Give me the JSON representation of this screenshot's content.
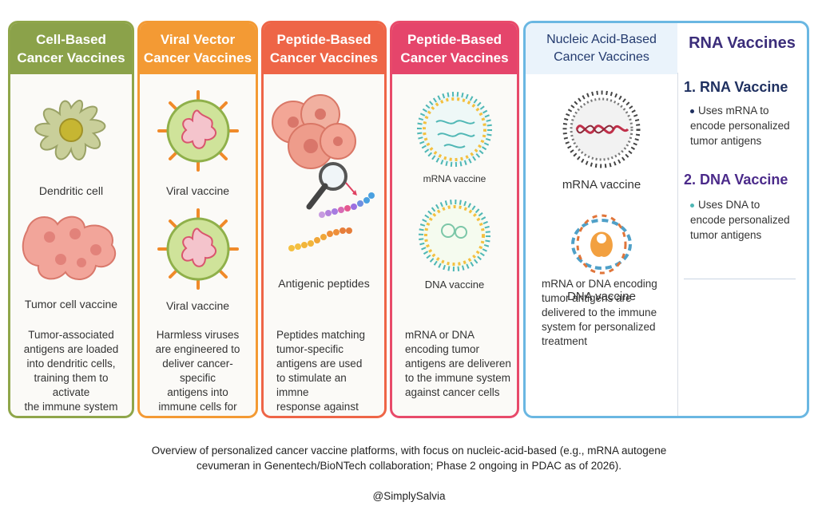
{
  "panels": {
    "cell": {
      "title_1": "Cell-Based",
      "title_2": "Cancer Vaccines",
      "label_1": "Dendritic cell",
      "label_2": "Tumor cell vaccine",
      "description": "Tumor-associated\nantigens are loaded\ninto dendritic cells,\ntraining them to activate\nthe immune system\nagainst tumor cells"
    },
    "viral": {
      "title_1": "Viral Vector",
      "title_2": "Cancer Vaccines",
      "label_1": "Viral vaccine",
      "label_2": "Viral vaccine",
      "description": "Harmless viruses\nare engineered to\ndeliver cancer-specific\nantigens into\nimmune cells for\nenhanced targeting"
    },
    "peptide": {
      "title_1": "Peptide-Based",
      "title_2": "Cancer Vaccines",
      "label_1": "Antigenic peptides",
      "description": "Peptides matching\ntumor-specific\nantigens are used\nto stimulate an immne\nresponse against\ncancer cells"
    },
    "peptide2": {
      "title_1": "Peptide-Based",
      "title_2": "Cancer Vaccines",
      "label_1": "mRNA vaccine",
      "label_2": "DNA vaccine",
      "description": "mRNA or DNA\nencoding tumor\nantigens are deliverеn\nto the immune system\nagainst cancer cells"
    },
    "nucleic": {
      "title_1": "Nucleic Acid-Based",
      "title_2": "Cancer Vaccines",
      "label_1": "mRNA vaccine",
      "label_2": "DNA vaccine",
      "description": "mRNA or DNA encoding\ntumor antigens are\ndelivered to the immune\nsystem for personalized\ntreatment"
    },
    "rna": {
      "title": "RNA Vaccines",
      "section_1_title": "1. RNA Vaccine",
      "section_1_text": "Uses mRNA to\nencode personalized\ntumor antigens",
      "section_2_title": "2. DNA Vaccine",
      "section_2_text": "Uses DNA to\nencode personalized\ntumor antigens"
    }
  },
  "caption": "Overview of personalized cancer vaccine platforms, with focus on nucleic-acid-based (e.g., mRNA autogene\ncevumeran in Genentech/BioNTech collaboration; Phase 2 ongoing in PDAC as of 2026).",
  "handle": "@SimplySalvia",
  "colors": {
    "cell": "#8ba24a",
    "viral": "#f39a34",
    "peptide": "#ee6547",
    "peptide2": "#e5456b",
    "nucleic": "#6ab7e2",
    "rna_title": "#3b2d7a",
    "section_1": "#1f3060",
    "section_2": "#4b2a8a"
  }
}
